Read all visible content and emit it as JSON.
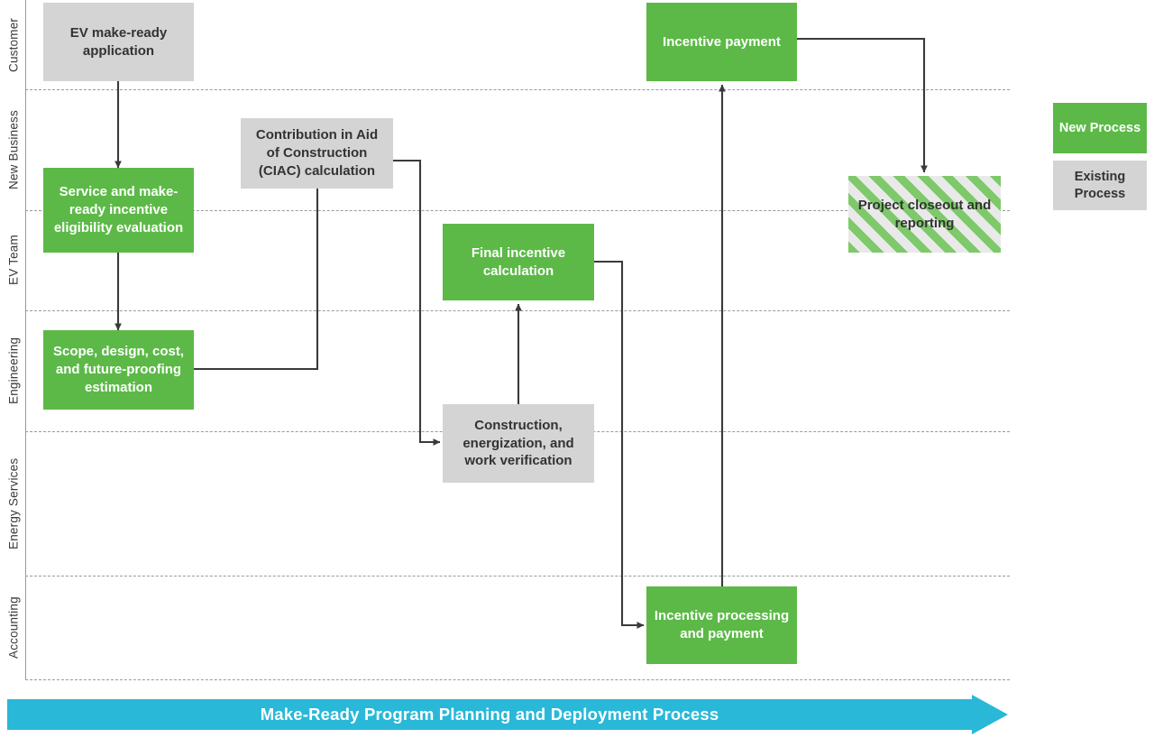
{
  "diagram": {
    "title": "Make-Ready Program Planning and Deployment Process",
    "banner_color": "#29b8d8",
    "new_process_color": "#5cb947",
    "existing_process_color": "#d4d4d4",
    "connector_color": "#3a3a3a",
    "divider_color": "#9a9a9a"
  },
  "lanes": [
    {
      "label": "Customer"
    },
    {
      "label": "New Business"
    },
    {
      "label": "EV Team"
    },
    {
      "label": "Engineering"
    },
    {
      "label": "Energy Services"
    },
    {
      "label": "Accounting"
    }
  ],
  "nodes": [
    {
      "id": "ev-make-ready-application",
      "label": "EV make-ready application",
      "type": "existing"
    },
    {
      "id": "service-eligibility-evaluation",
      "label": "Service and make-ready incentive eligibility evaluation",
      "type": "new"
    },
    {
      "id": "ciac-calculation",
      "label": "Contribution in Aid of Construction (CIAC) calculation",
      "type": "existing"
    },
    {
      "id": "scope-design-cost-estimation",
      "label": "Scope, design, cost, and future-proofing estimation",
      "type": "new"
    },
    {
      "id": "final-incentive-calculation",
      "label": "Final incentive calculation",
      "type": "new"
    },
    {
      "id": "construction-energization",
      "label": "Construction, energization, and work verification",
      "type": "existing"
    },
    {
      "id": "incentive-payment",
      "label": "Incentive payment",
      "type": "new"
    },
    {
      "id": "project-closeout-reporting",
      "label": "Project closeout and reporting",
      "type": "hatched"
    },
    {
      "id": "incentive-processing-payment",
      "label": "Incentive processing and payment",
      "type": "new"
    }
  ],
  "node_text": {
    "ev_make_ready_application": "EV make-ready application",
    "service_eligibility_evaluation": "Service and make-ready incentive eligibility evaluation",
    "ciac_calculation": "Contribution in Aid of Construction (CIAC) calculation",
    "scope_design_cost_estimation": "Scope, design, cost, and future-proofing estimation",
    "final_incentive_calculation": "Final incentive calculation",
    "construction_energization": "Construction, energization, and work verification",
    "incentive_payment": "Incentive payment",
    "project_closeout_reporting": "Project closeout and reporting",
    "incentive_processing_payment": "Incentive processing and payment"
  },
  "legend": {
    "new_label": "New Process",
    "existing_label": "Existing Process"
  },
  "flows": [
    {
      "from": "ev-make-ready-application",
      "to": "service-eligibility-evaluation"
    },
    {
      "from": "service-eligibility-evaluation",
      "to": "scope-design-cost-estimation"
    },
    {
      "from": "scope-design-cost-estimation",
      "to": "ciac-calculation"
    },
    {
      "from": "ciac-calculation",
      "to": "construction-energization"
    },
    {
      "from": "construction-energization",
      "to": "final-incentive-calculation"
    },
    {
      "from": "final-incentive-calculation",
      "to": "incentive-processing-payment"
    },
    {
      "from": "incentive-processing-payment",
      "to": "incentive-payment"
    },
    {
      "from": "incentive-payment",
      "to": "project-closeout-reporting"
    }
  ]
}
